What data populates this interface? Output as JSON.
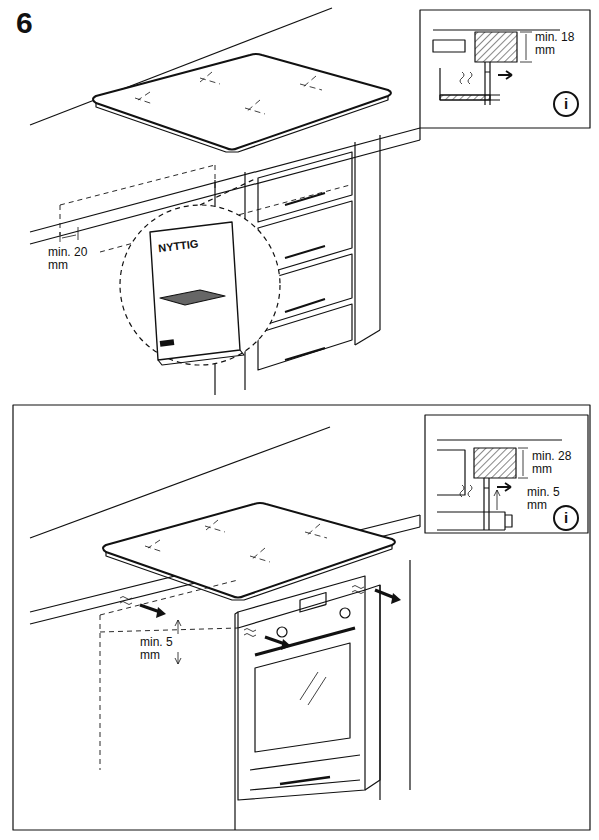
{
  "diagram": {
    "labels": [
      "6",
      "min. 20 mm",
      "NYTTIG",
      "min. 18 mm",
      "i",
      "min. 28 mm",
      "min. 5 mm",
      "i",
      "min. 5 mm"
    ]
  }
}
